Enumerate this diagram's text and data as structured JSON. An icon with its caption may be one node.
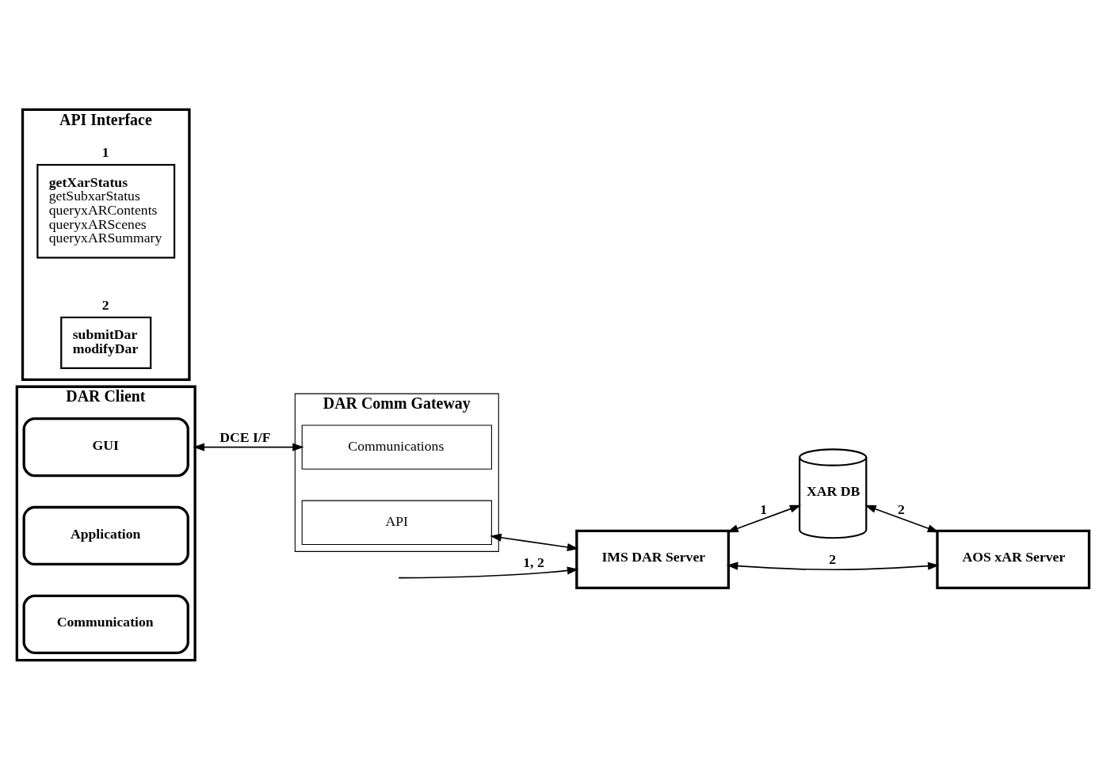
{
  "diagram": {
    "nodes": [
      {
        "text": [
          "DAR Client"
        ]
      },
      {
        "text": [
          "GUI"
        ],
        "in": 0
      },
      {
        "text": [
          "Application"
        ],
        "in": 0
      },
      {
        "text": [
          "Communication"
        ],
        "in": 0
      },
      {
        "text": [
          "DAR Comm Gateway"
        ]
      },
      {
        "text": [
          "Communications"
        ],
        "in": 4
      },
      {
        "text": [
          "API"
        ],
        "in": 4
      },
      {
        "text": [
          "IMS DAR Server"
        ]
      },
      {
        "text": [
          "XAR DB"
        ]
      },
      {
        "text": [
          "AOS xAR Server"
        ]
      },
      {
        "text": [
          "API Interface"
        ]
      },
      {
        "text": [
          "getXarStatus",
          "getSubxarStatus",
          "queryxARContents",
          "queryxARScenes",
          "queryxARSummary"
        ],
        "in": 10,
        "beside": [
          "1"
        ]
      },
      {
        "text": [
          "submitDar",
          "modifyDar"
        ],
        "in": 10,
        "beside": [
          "2"
        ]
      }
    ],
    "edges": [
      {
        "from": 0,
        "to": 5,
        "arrow": "both",
        "label": "DCE I/F"
      },
      {
        "from": 6,
        "to": 7,
        "arrow": "both"
      },
      {
        "from": null,
        "to": 7,
        "arrow": "to",
        "label": "1, 2"
      },
      {
        "from": 7,
        "to": 8,
        "arrow": "both",
        "label": "1"
      },
      {
        "from": 7,
        "to": 9,
        "arrow": "both",
        "label": "2"
      },
      {
        "from": 8,
        "to": 9,
        "arrow": "both",
        "label": "2"
      }
    ]
  }
}
